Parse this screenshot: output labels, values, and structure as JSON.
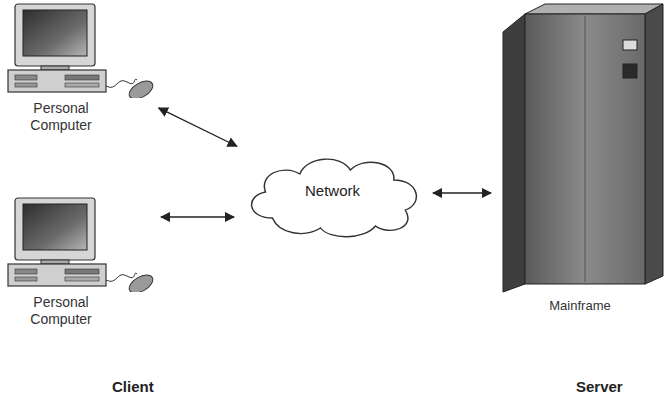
{
  "diagram": {
    "nodes": [
      {
        "text": [
          "Personal Computer"
        ]
      },
      {
        "text": [
          "Personal Computer"
        ]
      },
      {
        "text": [
          "Network"
        ]
      },
      {
        "text": [
          "Mainframe"
        ]
      }
    ],
    "edges": [
      {
        "from": 0,
        "to": 2,
        "arrow": "both"
      },
      {
        "from": 1,
        "to": 2,
        "arrow": "both"
      },
      {
        "from": 2,
        "to": 3,
        "arrow": "both"
      }
    ],
    "labels": [
      "Client",
      "Server"
    ]
  }
}
